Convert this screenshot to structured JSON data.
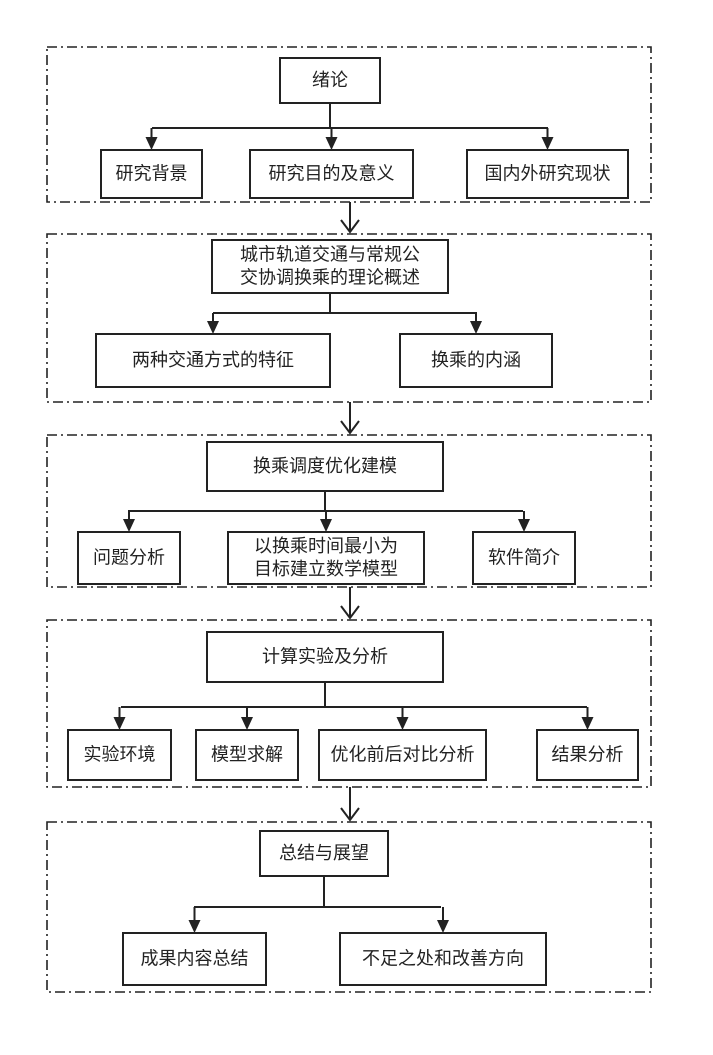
{
  "sections": [
    {
      "title": [
        "绪论"
      ],
      "children": [
        [
          "研究背景"
        ],
        [
          "研究目的及意义"
        ],
        [
          "国内外研究现状"
        ]
      ]
    },
    {
      "title": [
        "城市轨道交通与常规公",
        "交协调换乘的理论概述"
      ],
      "children": [
        [
          "两种交通方式的特征"
        ],
        [
          "换乘的内涵"
        ]
      ]
    },
    {
      "title": [
        "换乘调度优化建模"
      ],
      "children": [
        [
          "问题分析"
        ],
        [
          "以换乘时间最小为",
          "目标建立数学模型"
        ],
        [
          "软件简介"
        ]
      ]
    },
    {
      "title": [
        "计算实验及分析"
      ],
      "children": [
        [
          "实验环境"
        ],
        [
          "模型求解"
        ],
        [
          "优化前后对比分析"
        ],
        [
          "结果分析"
        ]
      ]
    },
    {
      "title": [
        "总结与展望"
      ],
      "children": [
        [
          "成果内容总结"
        ],
        [
          "不足之处和改善方向"
        ]
      ]
    }
  ]
}
